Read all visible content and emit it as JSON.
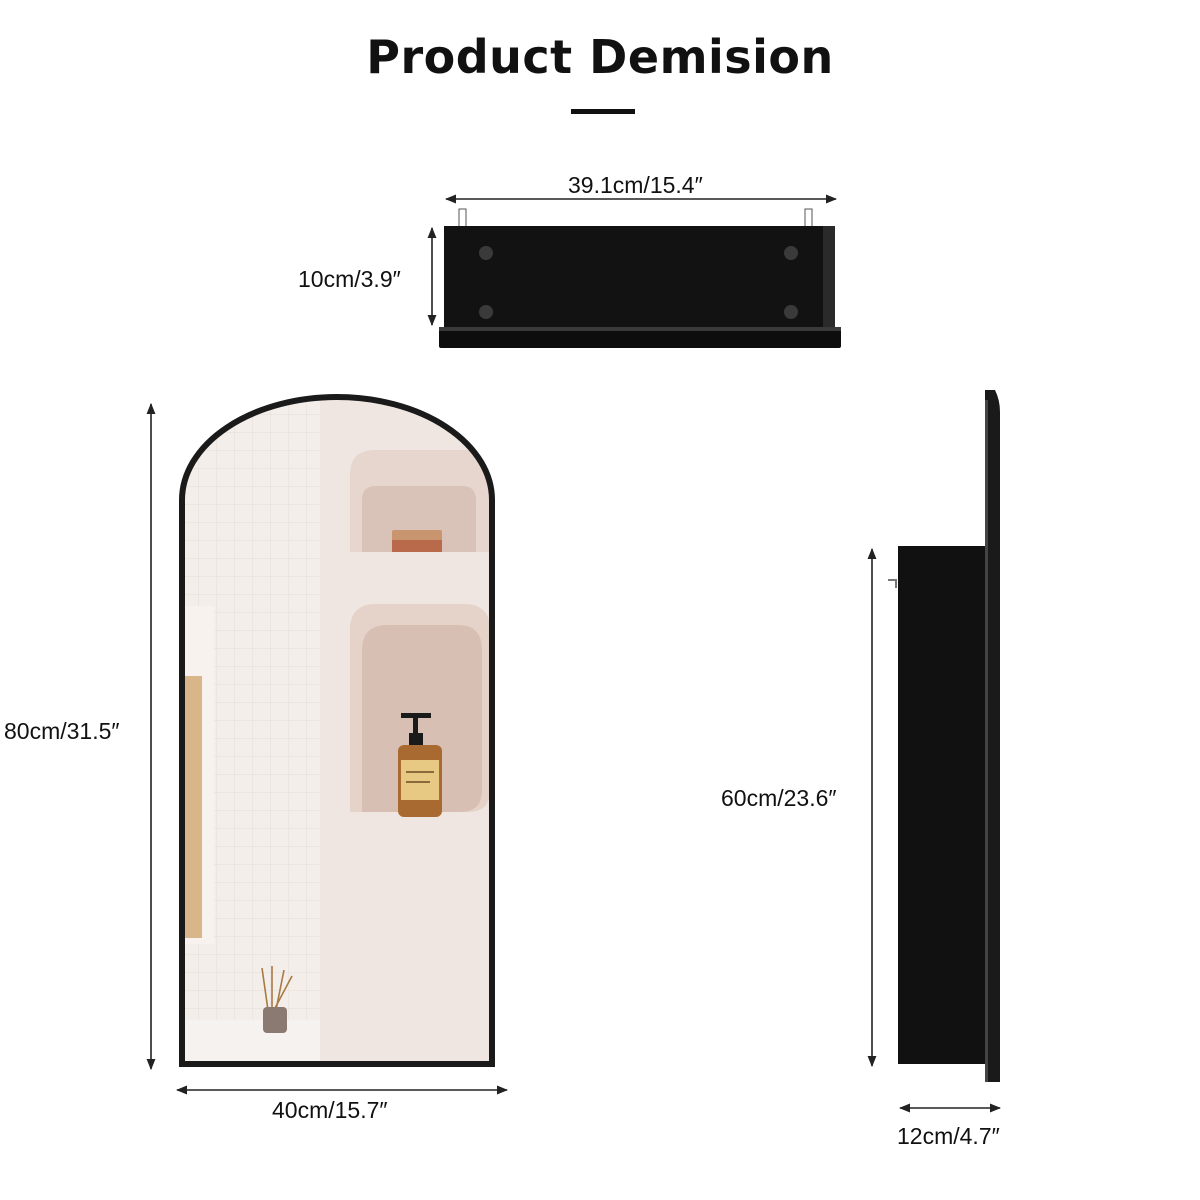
{
  "title": "Product Demision",
  "dimensions": {
    "top_width": "39.1cm/15.4″",
    "top_depth": "10cm/3.9″",
    "front_height": "80cm/31.5″",
    "front_width": "40cm/15.7″",
    "side_cabinet_height": "60cm/23.6″",
    "side_depth": "12cm/4.7″"
  },
  "colors": {
    "frame": "#1a1a1a",
    "cabinet": "#111111",
    "wall": "#efe7e2",
    "niche": "#dcc8bf"
  },
  "icons": [
    "lotion-jar",
    "soap-pump-bottle",
    "reed-diffuser"
  ]
}
